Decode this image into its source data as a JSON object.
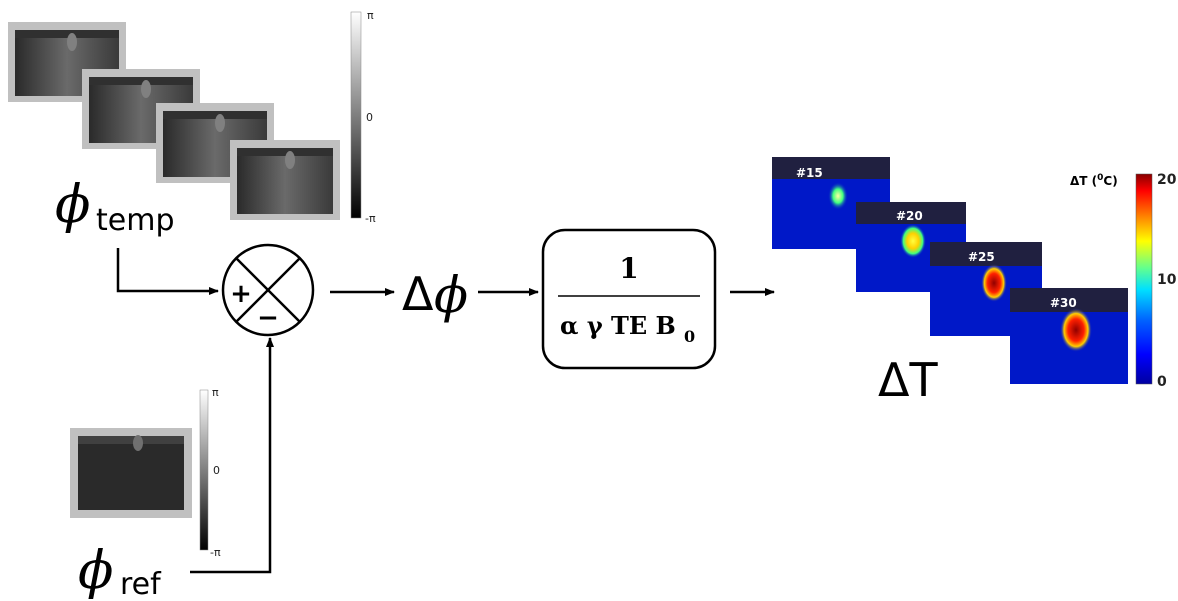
{
  "phase_temp": {
    "symbol": "ϕ",
    "subscript": "temp"
  },
  "phase_ref": {
    "symbol": "ϕ",
    "subscript": "ref"
  },
  "mixer": {
    "plus": "+",
    "minus": "−"
  },
  "delta_phi": {
    "delta": "Δ",
    "symbol": "ϕ"
  },
  "formula": {
    "numerator": "1",
    "denominator": "α γ TE B",
    "denominator_subscript": "0"
  },
  "delta_t_label": "ΔT",
  "phase_colorbar_top": {
    "max": "π",
    "mid": "0",
    "min": "-π"
  },
  "phase_colorbar_bottom": {
    "max": "π",
    "mid": "0",
    "min": "-π"
  },
  "temperature_colorbar": {
    "title": "ΔT (",
    "title_sup": "0",
    "title_end": "C)",
    "max": "20",
    "mid": "10",
    "min": "0",
    "colors": [
      "#0000a0",
      "#0050ff",
      "#00d0ff",
      "#60ff90",
      "#ffff00",
      "#ff8000",
      "#ff0000",
      "#900000"
    ]
  },
  "frames": [
    "#15",
    "#20",
    "#25",
    "#30"
  ],
  "colors": {
    "line": "#000000",
    "frame_gray": "#c0c0c0",
    "thermal_bg": "#0018c8",
    "thermal_header": "#202040"
  }
}
